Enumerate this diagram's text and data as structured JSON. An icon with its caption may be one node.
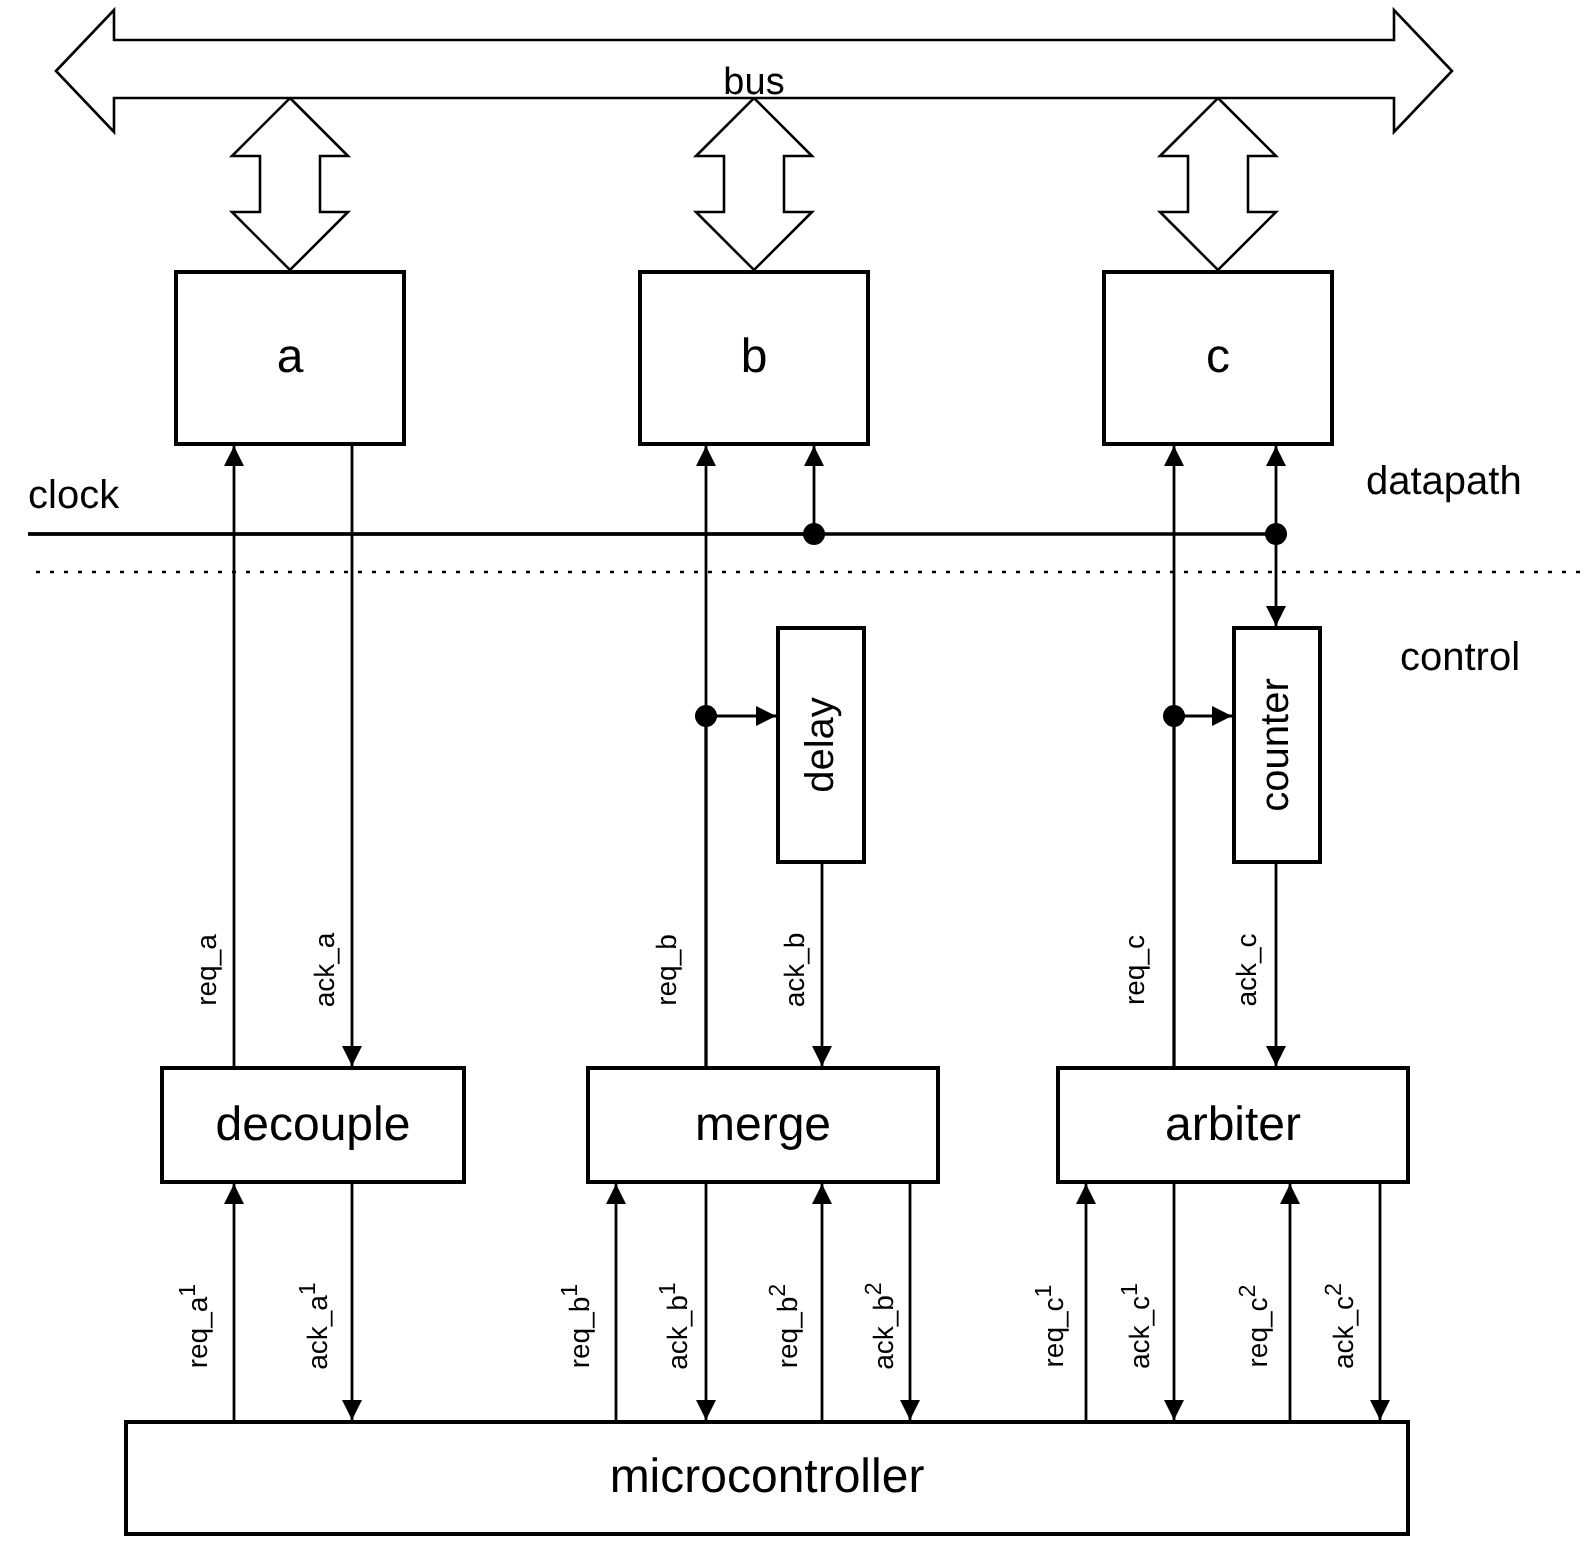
{
  "diagram": {
    "nodes": [
      {
        "text": [
          "bus"
        ]
      },
      {
        "text": [
          "a"
        ]
      },
      {
        "text": [
          "b"
        ]
      },
      {
        "text": [
          "c"
        ]
      },
      {
        "text": [
          "clock"
        ]
      },
      {
        "text": [
          "delay"
        ]
      },
      {
        "text": [
          "counter"
        ]
      },
      {
        "text": [
          "decouple"
        ]
      },
      {
        "text": [
          "merge"
        ]
      },
      {
        "text": [
          "arbiter"
        ]
      },
      {
        "text": [
          "microcontroller"
        ]
      }
    ],
    "edges": [
      {
        "from": 0,
        "to": 1,
        "arrow": "both",
        "style": "thick"
      },
      {
        "from": 0,
        "to": 2,
        "arrow": "both",
        "style": "thick"
      },
      {
        "from": 0,
        "to": 3,
        "arrow": "both",
        "style": "thick"
      },
      {
        "from": 4,
        "to": 2,
        "arrow": "to"
      },
      {
        "from": 4,
        "to": 3,
        "arrow": "to"
      },
      {
        "from": 4,
        "to": 6,
        "arrow": "to"
      },
      {
        "from": 7,
        "to": 1,
        "arrow": "to",
        "label": "req_a"
      },
      {
        "from": 1,
        "to": 7,
        "arrow": "to",
        "label": "ack_a"
      },
      {
        "from": 8,
        "to": 2,
        "arrow": "to",
        "label": "req_b"
      },
      {
        "from": 8,
        "to": 5,
        "arrow": "to"
      },
      {
        "from": 5,
        "to": 8,
        "arrow": "to",
        "label": "ack_b"
      },
      {
        "from": 9,
        "to": 3,
        "arrow": "to",
        "label": "req_c"
      },
      {
        "from": 9,
        "to": 6,
        "arrow": "to"
      },
      {
        "from": 6,
        "to": 9,
        "arrow": "to",
        "label": "ack_c"
      },
      {
        "from": 10,
        "to": 7,
        "arrow": "to",
        "label": "req_a$^{1}$"
      },
      {
        "from": 7,
        "to": 10,
        "arrow": "to",
        "label": "ack_a$^{1}$"
      },
      {
        "from": 10,
        "to": 8,
        "arrow": "to",
        "label": "req_b$^{1}$"
      },
      {
        "from": 8,
        "to": 10,
        "arrow": "to",
        "label": "ack_b$^{1}$"
      },
      {
        "from": 10,
        "to": 8,
        "arrow": "to",
        "label": "req_b$^{2}$"
      },
      {
        "from": 8,
        "to": 10,
        "arrow": "to",
        "label": "ack_b$^{2}$"
      },
      {
        "from": 10,
        "to": 9,
        "arrow": "to",
        "label": "req_c$^{1}$"
      },
      {
        "from": 9,
        "to": 10,
        "arrow": "to",
        "label": "ack_c$^{1}$"
      },
      {
        "from": 10,
        "to": 9,
        "arrow": "to",
        "label": "req_c$^{2}$"
      },
      {
        "from": 9,
        "to": 10,
        "arrow": "to",
        "label": "ack_c$^{2}$"
      }
    ],
    "labels": [
      "datapath",
      "control"
    ]
  }
}
